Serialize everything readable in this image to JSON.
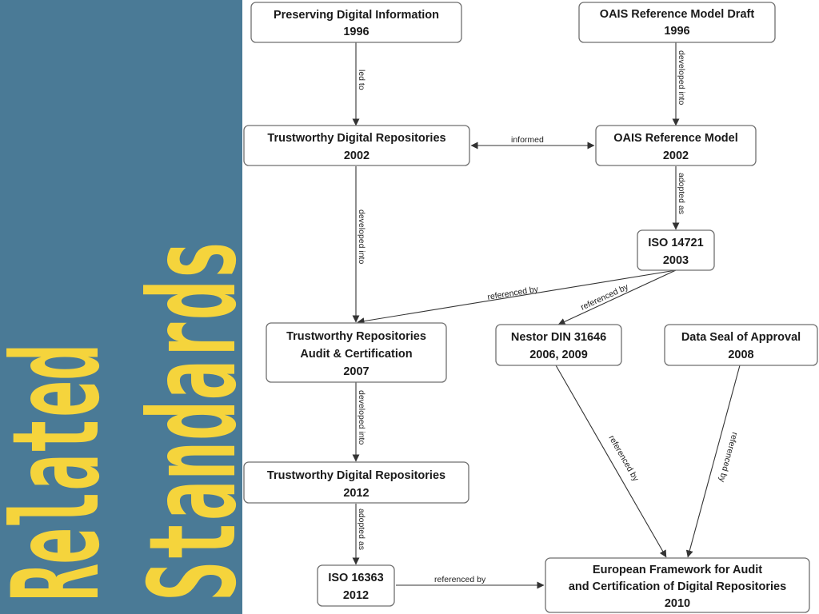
{
  "slide": {
    "title_line1": "Related",
    "title_line2": "Standards",
    "colors": {
      "sidebar": "#4a7a96",
      "title": "#f5d43c"
    }
  },
  "diagram": {
    "nodes": {
      "pdi": {
        "line1": "Preserving Digital Information",
        "line2": "1996"
      },
      "oaisdraft": {
        "line1": "OAIS Reference Model Draft",
        "line2": "1996"
      },
      "tdr2002": {
        "line1": "Trustworthy Digital Repositories",
        "line2": "2002"
      },
      "oais2002": {
        "line1": "OAIS Reference Model",
        "line2": "2002"
      },
      "iso14721": {
        "line1": "ISO 14721",
        "line2": "2003"
      },
      "trac": {
        "line1": "Trustworthy Repositories",
        "line2": "Audit & Certification",
        "line3": "2007"
      },
      "nestor": {
        "line1": "Nestor DIN 31646",
        "line2": "2006, 2009"
      },
      "dsa": {
        "line1": "Data Seal of Approval",
        "line2": "2008"
      },
      "tdr2012": {
        "line1": "Trustworthy Digital Repositories",
        "line2": "2012"
      },
      "iso16363": {
        "line1": "ISO 16363",
        "line2": "2012"
      },
      "eframework": {
        "line1": "European Framework for Audit",
        "line2": "and Certification of Digital Repositories",
        "line3": "2010"
      }
    },
    "edges": {
      "pdi_tdr": "led to",
      "draft_oais": "developed into",
      "tdr_oais": "informed",
      "oais_iso": "adopted as",
      "tdr_trac": "developed into",
      "iso_trac": "referenced by",
      "iso_nestor": "referenced by",
      "trac_tdr2012": "developed into",
      "tdr2012_iso16363": "adopted as",
      "iso16363_ef": "referenced by",
      "nestor_ef": "referenced by",
      "dsa_ef": "referenced by"
    }
  }
}
